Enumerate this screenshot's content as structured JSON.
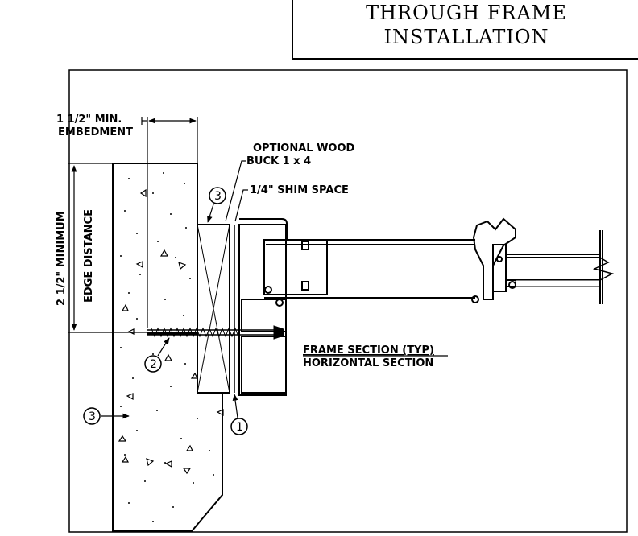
{
  "title": {
    "line1": "THROUGH  FRAME",
    "line2": "INSTALLATION"
  },
  "labels": {
    "embedment_line1": "1  1/2\"  MIN.",
    "embedment_line2": "EMBEDMENT",
    "edge_line1": "2  1/2\"  MINIMUM",
    "edge_line2": "EDGE  DISTANCE",
    "wood_buck_line1": "OPTIONAL  WOOD",
    "wood_buck_line2": "BUCK  1  x  4",
    "shim_space": "1/4\"  SHIM  SPACE",
    "frame_section": "FRAME  SECTION  (TYP)",
    "horizontal_section": "HORIZONTAL    SECTION"
  },
  "callouts": {
    "c1": "1",
    "c2": "2",
    "c3_top": "3",
    "c3_left": "3"
  }
}
